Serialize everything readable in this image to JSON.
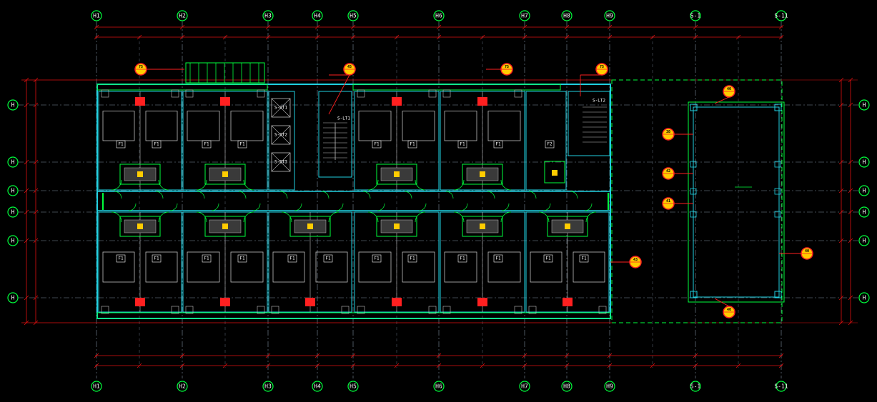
{
  "drawing": {
    "background_color": "#000000",
    "colors": {
      "dimension": "#e01010",
      "grid": "#7f8f9f",
      "wall": "#20d0e0",
      "wall_alt": "#00ff3c",
      "fixture": "#c0c0c0",
      "accent_red": "#ff2020",
      "accent_yellow": "#ffcc00",
      "bubble": "#00ff3c"
    },
    "axis_labels": {
      "top": [
        "H1",
        "H2",
        "H3",
        "H4",
        "H5",
        "H6",
        "H7",
        "H8",
        "H9",
        "S-1",
        "S-11"
      ],
      "bottom": [
        "H1",
        "H2",
        "H3",
        "H4",
        "H5",
        "H6",
        "H7",
        "H8",
        "H9",
        "S-1",
        "S-11"
      ],
      "left": [
        "H",
        "H",
        "H",
        "H",
        "H",
        "H",
        "H"
      ],
      "right": [
        "H",
        "H",
        "H",
        "H",
        "H",
        "H",
        "H"
      ]
    },
    "room_tags_north": [
      "F1",
      "F1",
      "F1",
      "F1",
      "F1",
      "F1",
      "F1",
      "F1",
      "F2"
    ],
    "room_tags_south": [
      "F1",
      "F1",
      "F1",
      "F1",
      "F1",
      "F1",
      "F1",
      "F1",
      "F1",
      "F1",
      "F1",
      "F1"
    ],
    "stair_labels": [
      "S-LT1",
      "S-LT2"
    ],
    "elevator_labels": [
      "S-DT1",
      "S-DT2",
      "S-DT3"
    ],
    "detail_tags": [
      "75",
      "45",
      "75",
      "75",
      "40",
      "38",
      "42",
      "41",
      "43",
      "40",
      "40"
    ]
  }
}
